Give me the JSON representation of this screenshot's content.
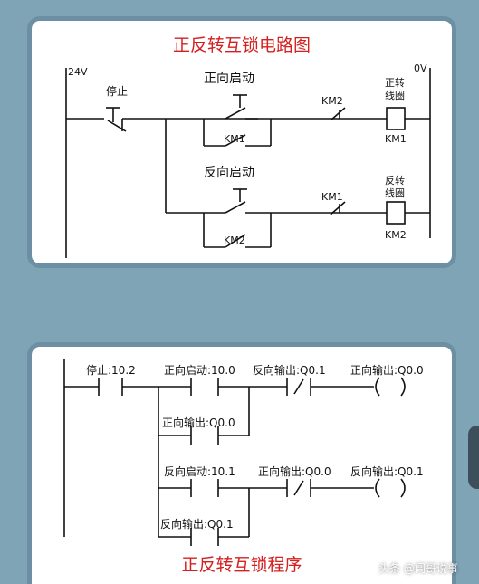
{
  "circuit": {
    "title": "正反转互锁电路图",
    "supply": "24V",
    "ground": "0V",
    "stop": "停止",
    "fwd_start": "正向启动",
    "rev_start": "反向启动",
    "km1": "KM1",
    "km2": "KM2",
    "fwd_coil_1": "正转",
    "fwd_coil_2": "线圈",
    "rev_coil_1": "反转",
    "rev_coil_2": "线圈"
  },
  "ladder": {
    "title": "正反转互锁程序",
    "stop": "停止:10.2",
    "fwd_start": "正向启动:10.0",
    "rev_out_nc": "反向输出:Q0.1",
    "fwd_out_coil": "正向输出:Q0.0",
    "fwd_out_hold": "正向输出:Q0.0",
    "rev_start": "反向启动:10.1",
    "fwd_out_nc": "正向输出:Q0.0",
    "rev_out_coil": "反向输出:Q0.1",
    "rev_out_hold": "反向输出:Q0.1"
  },
  "watermark": "头条 @闾哥说事"
}
